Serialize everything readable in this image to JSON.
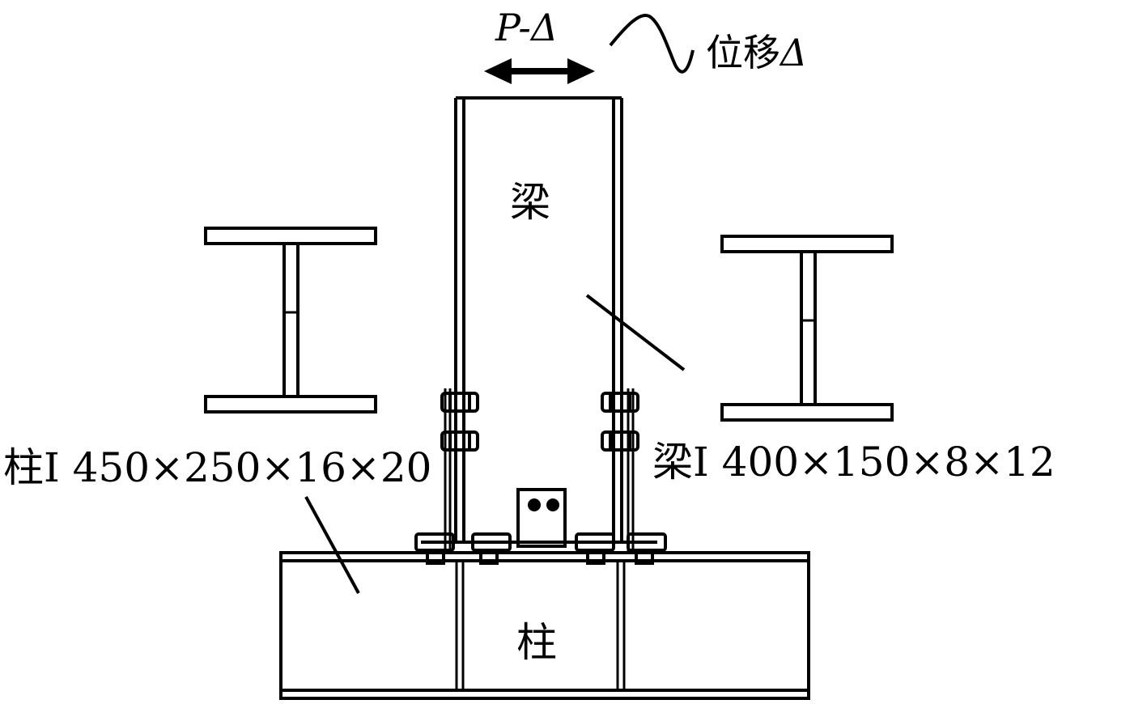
{
  "labels": {
    "p_delta": "P-Δ",
    "displacement_text": "位移",
    "displacement_symbol": "Δ",
    "beam": "梁",
    "column": "柱",
    "column_spec": "柱I 450×250×16×20",
    "beam_spec": "梁I 400×150×8×12"
  },
  "icons": {
    "double_arrow": "double-headed-arrow",
    "wave": "sine-wave",
    "section_left": "i-beam-section",
    "section_right": "i-beam-section"
  },
  "colors": {
    "line": "#000000",
    "background": "#ffffff"
  }
}
